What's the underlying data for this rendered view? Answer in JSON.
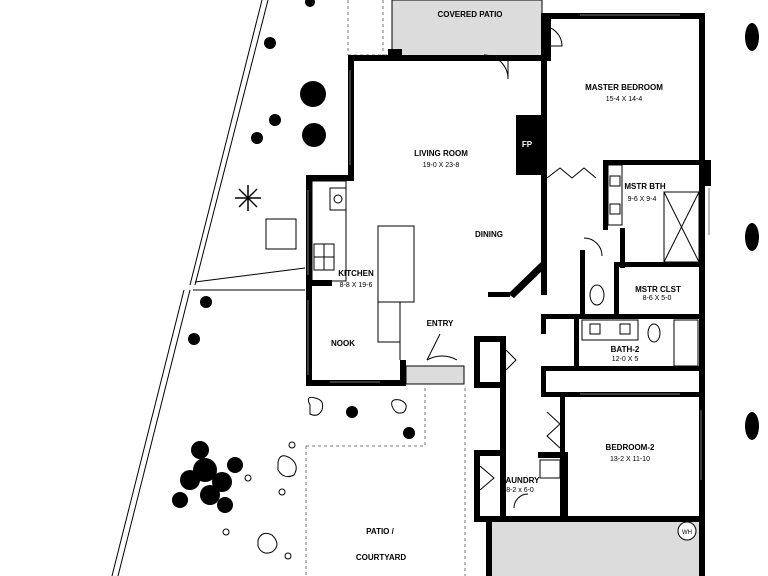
{
  "rooms": {
    "covered_patio": {
      "name": "COVERED PATIO"
    },
    "master_bedroom": {
      "name": "MASTER BEDROOM",
      "dims": "15-4  X  14-4"
    },
    "living_room": {
      "name": "LIVING ROOM",
      "dims": "19-0  X  23-8"
    },
    "fireplace": {
      "name": "FP"
    },
    "mstr_bath": {
      "name": "MSTR BTH",
      "dims": "9-6 X 9-4"
    },
    "dining": {
      "name": "DINING"
    },
    "kitchen": {
      "name": "KITCHEN",
      "dims": "8-8 X 19-6"
    },
    "mstr_closet": {
      "name": "MSTR CLST",
      "dims": "8-6  X  5-0"
    },
    "entry": {
      "name": "ENTRY"
    },
    "nook": {
      "name": "NOOK"
    },
    "bath2": {
      "name": "BATH-2",
      "dims": "12-0 X 5"
    },
    "bedroom2": {
      "name": "BEDROOM-2",
      "dims": "13-2  X  11-10"
    },
    "laundry": {
      "name": "LAUNDRY",
      "dims": "8-2 x 6-0"
    },
    "patio": {
      "name": "PATIO  /"
    },
    "courtyard": {
      "name": "COURTYARD"
    },
    "water_heater": {
      "name": "WH"
    }
  },
  "colors": {
    "wall": "#000000",
    "background": "#ffffff",
    "patio_fill": "#dcdcdc"
  }
}
